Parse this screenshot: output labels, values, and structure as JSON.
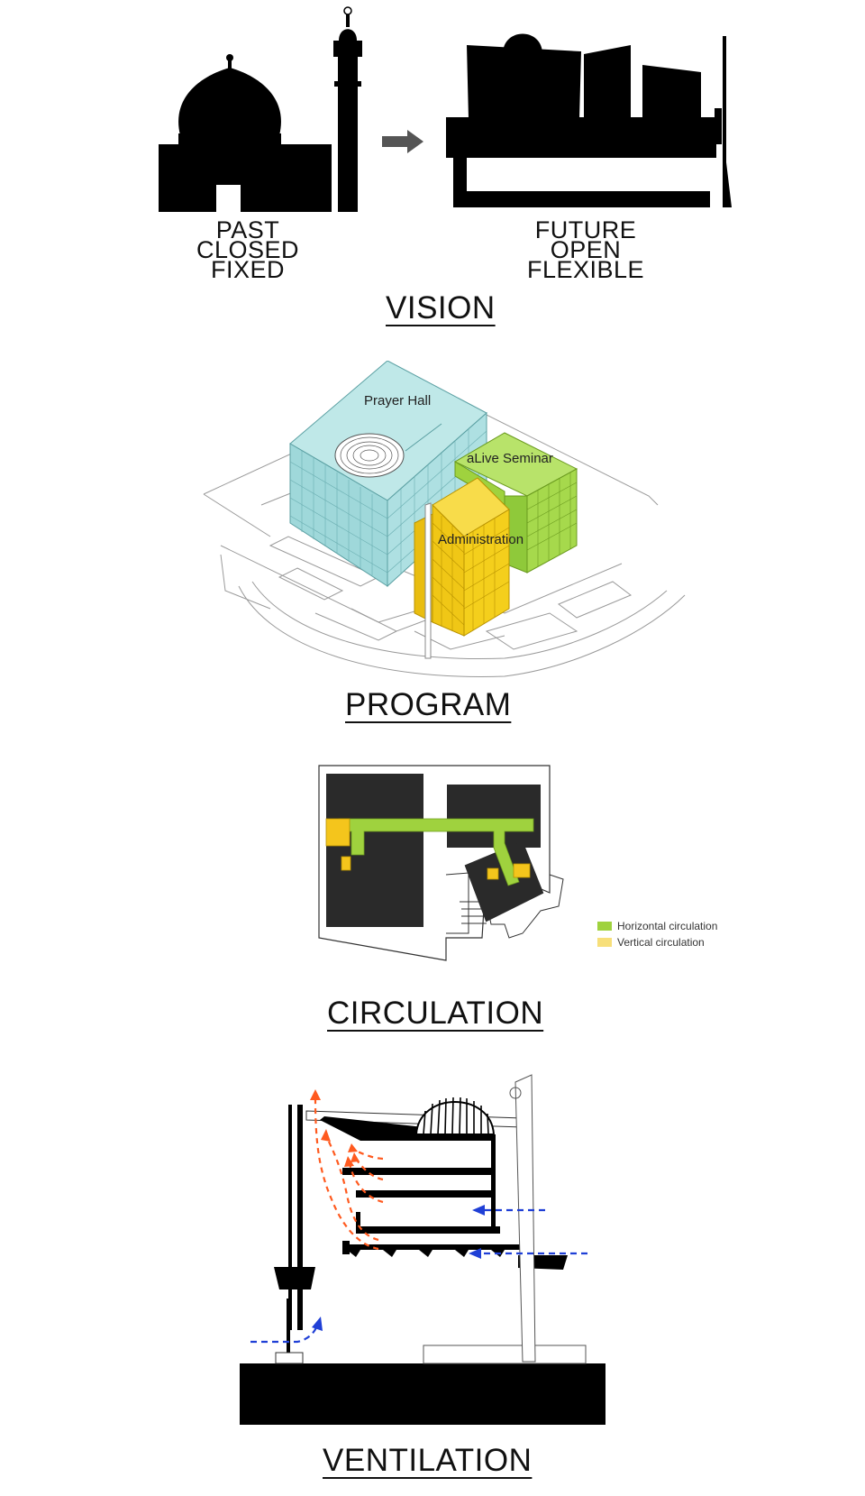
{
  "vision": {
    "past": [
      "PAST",
      "CLOSED",
      "FIXED"
    ],
    "future": [
      "FUTURE",
      "OPEN",
      "FLEXIBLE"
    ],
    "title": "VISION"
  },
  "program": {
    "labels": {
      "prayer_hall": "Prayer Hall",
      "alive_seminar": "aLive Seminar",
      "administration": "Administration"
    },
    "colors": {
      "prayer_hall": "#a9dfe0",
      "alive_seminar": "#a3d94a",
      "administration": "#f4cf1c"
    },
    "title": "PROGRAM"
  },
  "circulation": {
    "legend": [
      {
        "label": "Horizontal circulation",
        "color": "#9fd23e"
      },
      {
        "label": "Vertical circulation",
        "color": "#f7df7a"
      }
    ],
    "title": "CIRCULATION"
  },
  "ventilation": {
    "colors": {
      "warm_air": "#ff5a1f",
      "cool_air": "#1f3fd6"
    },
    "title": "VENTILATION"
  }
}
